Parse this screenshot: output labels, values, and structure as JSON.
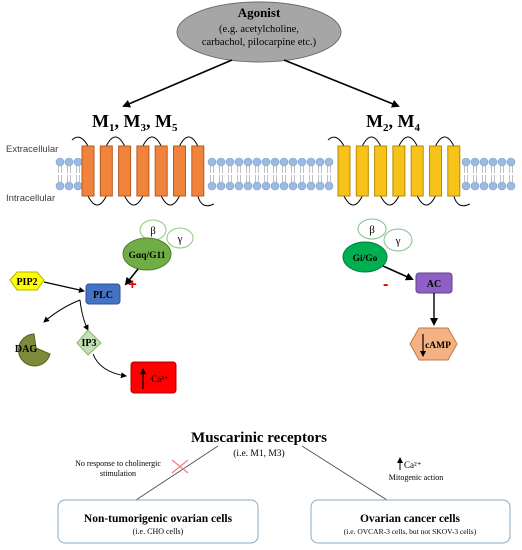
{
  "agonist": {
    "title": "Agonist",
    "line1": "(e.g. acetylcholine,",
    "line2": "carbachol, pilocarpine etc.)"
  },
  "membrane": {
    "extracellular_label": "Extracellular",
    "intracellular_label": "Intracellular"
  },
  "receptor_groups": {
    "left": {
      "base": "M",
      "subs": [
        "1",
        "3",
        "5"
      ],
      "color": "#f0843c"
    },
    "right": {
      "base": "M",
      "subs": [
        "2",
        "4"
      ],
      "color": "#f7c21a"
    }
  },
  "left_pathway": {
    "beta": "β",
    "gamma": "γ",
    "g_alpha": "Gαq/G11",
    "pip2": "PIP2",
    "plc": "PLC",
    "effect_sign": "+",
    "dag": "DAG",
    "ip3": "IP3",
    "calcium": "Ca²⁺"
  },
  "right_pathway": {
    "beta": "β",
    "gamma": "γ",
    "g_alpha": "Gi/Go",
    "effect_sign": "-",
    "ac": "AC",
    "camp": "cAMP"
  },
  "bottom": {
    "title": "Muscarinic receptors",
    "subtitle": "(i.e. M1, M3)",
    "left_note_line1": "No response to cholinergic",
    "left_note_line2": "stimulation",
    "right_note_ca": "Ca²⁺",
    "right_note_line2": "Mitogenic action",
    "left_box_title": "Non-tumorigenic ovarian cells",
    "left_box_sub": "(i.e. CHO cells)",
    "right_box_title": "Ovarian cancer cells",
    "right_box_sub": "(i.e. OVCAR-3  cells, but not SKOV-3  cells)"
  },
  "colors": {
    "lipid_head": "#9cbbe3",
    "agonist_fill": "#a6a6a6",
    "g_alpha_left": "#70ad47",
    "g_alpha_right": "#00b050",
    "pip2": "#ffff00",
    "plc": "#4472c4",
    "dag": "#7f8a3a",
    "ip3": "#c5e0b4",
    "calcium": "#ff0000",
    "ac": "#8e5fc4",
    "camp": "#f4b183",
    "plus_minus": "#e00000"
  }
}
